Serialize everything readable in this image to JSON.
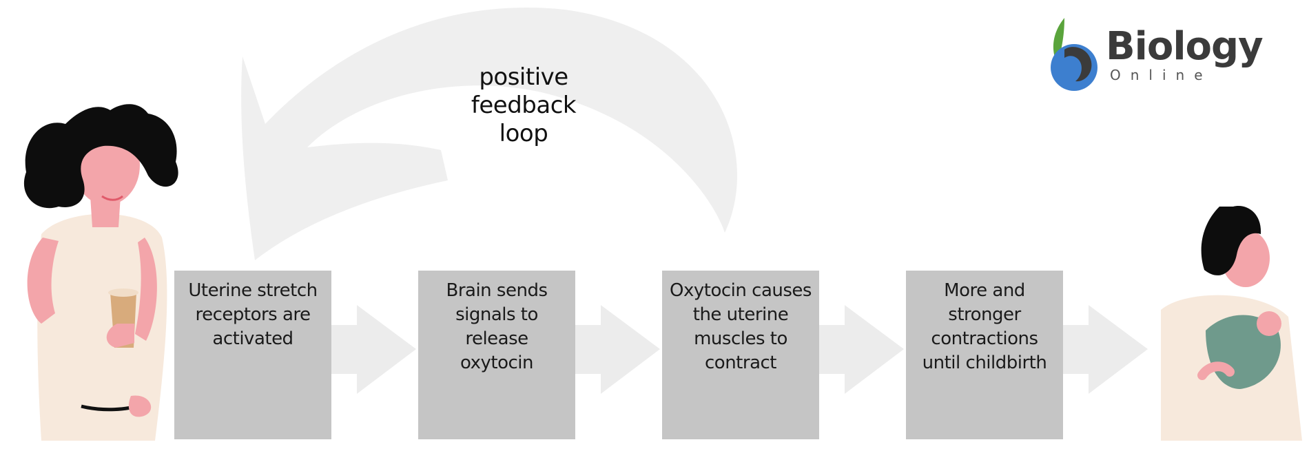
{
  "loop_label": "positive\nfeedback\nloop",
  "steps": [
    {
      "text": "Uterine stretch\nreceptors are\nactivated"
    },
    {
      "text": "Brain sends\nsignals to\nrelease\noxytocin"
    },
    {
      "text": "Oxytocin causes\nthe uterine\nmuscles to\ncontract"
    },
    {
      "text": "More and\nstronger\ncontractions\nuntil childbirth"
    }
  ],
  "logo": {
    "title": "Biology",
    "subtitle": "Online",
    "leaf_color": "#5aa43c",
    "drop_color": "#3d7fcf"
  },
  "colors": {
    "box": "#c5c5c5",
    "arrow": "#ececec",
    "loop_arrow": "#efefef",
    "skin": "#f3a5aa",
    "hair": "#0d0d0d",
    "dress": "#f7e9dc",
    "baby": "#6f9a8c",
    "cup": "#d8ab7c"
  }
}
